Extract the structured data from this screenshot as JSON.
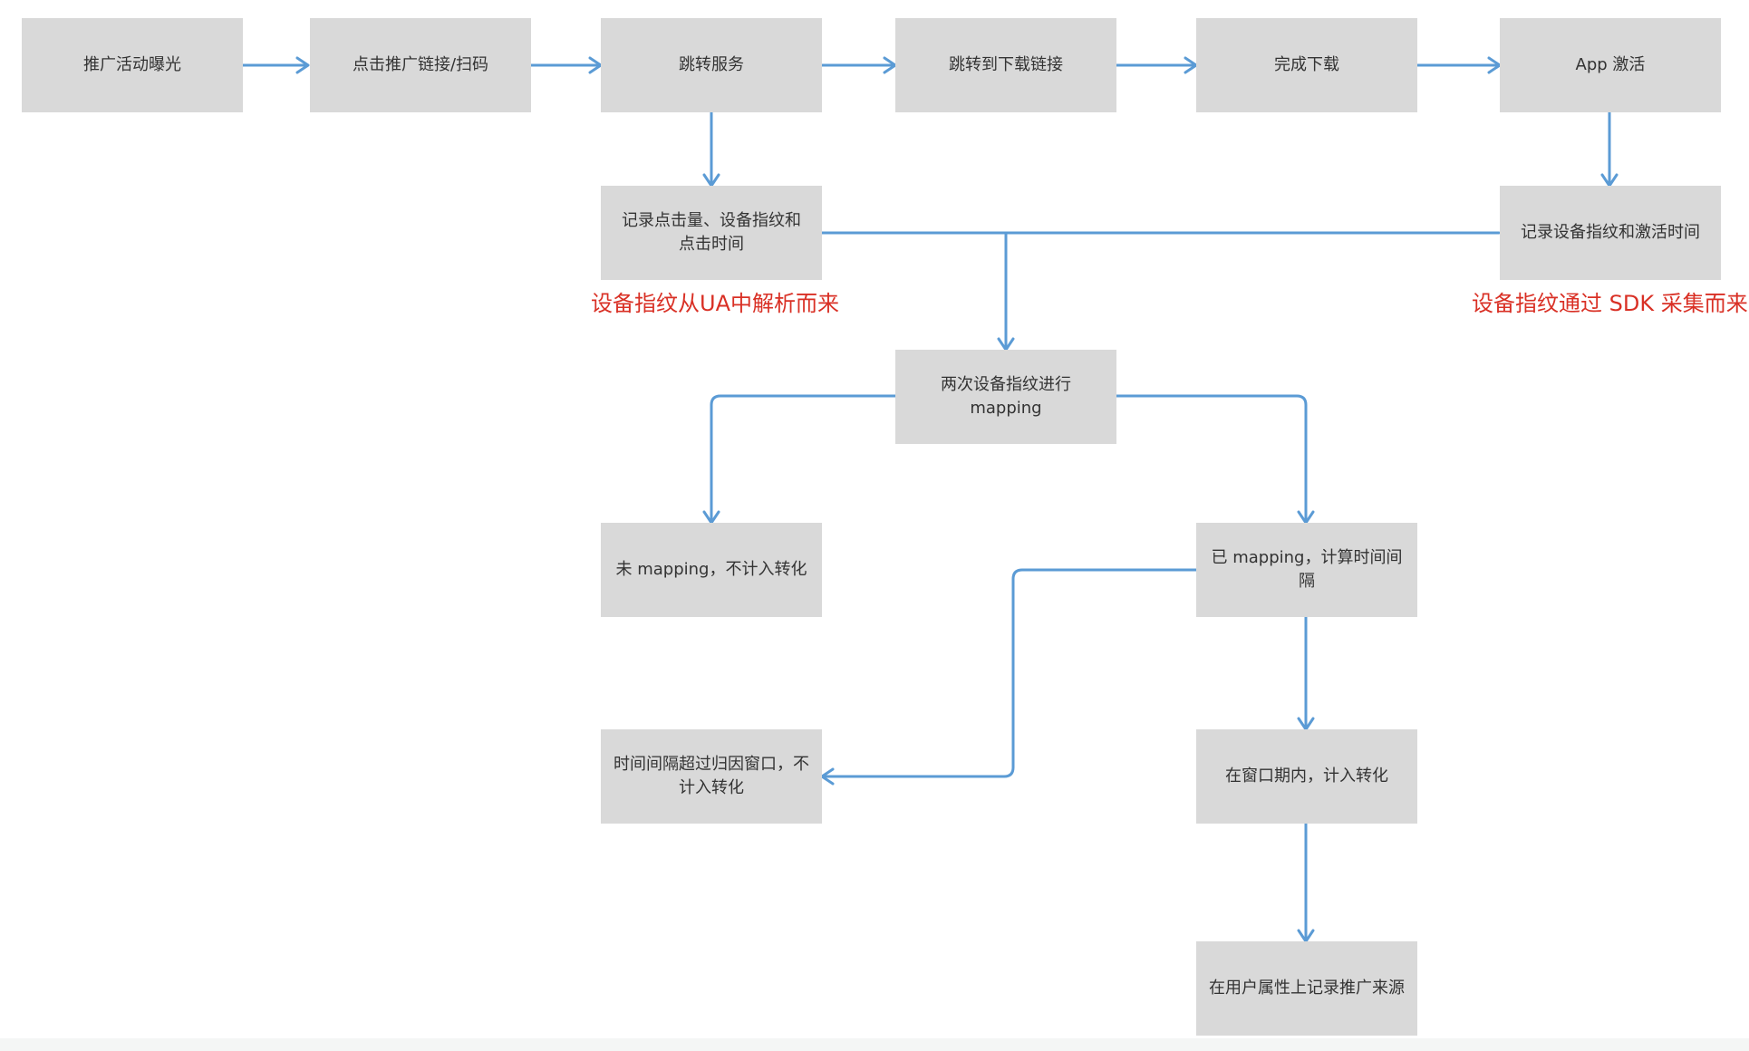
{
  "nodes": {
    "exposure": "推广活动曝光",
    "click": "点击推广链接/扫码",
    "redirect": "跳转服务",
    "download_link": "跳转到下载链接",
    "download_done": "完成下载",
    "app_activate": "App 激活",
    "record_click": "记录点击量、设备指纹和点击时间",
    "record_activate": "记录设备指纹和激活时间",
    "mapping": "两次设备指纹进行 mapping",
    "not_mapped": "未 mapping，不计入转化",
    "mapped": "已 mapping，计算时间间隔",
    "over_window": "时间间隔超过归因窗口，不计入转化",
    "in_window": "在窗口期内，计入转化",
    "record_source": "在用户属性上记录推广来源"
  },
  "notes": {
    "ua_note": "设备指纹从UA中解析而来",
    "sdk_note": "设备指纹通过 SDK 采集而来"
  },
  "colors": {
    "node_fill": "#d9d9d9",
    "edge": "#5b9bd5",
    "note_text": "#d93025",
    "node_text": "#333333"
  }
}
